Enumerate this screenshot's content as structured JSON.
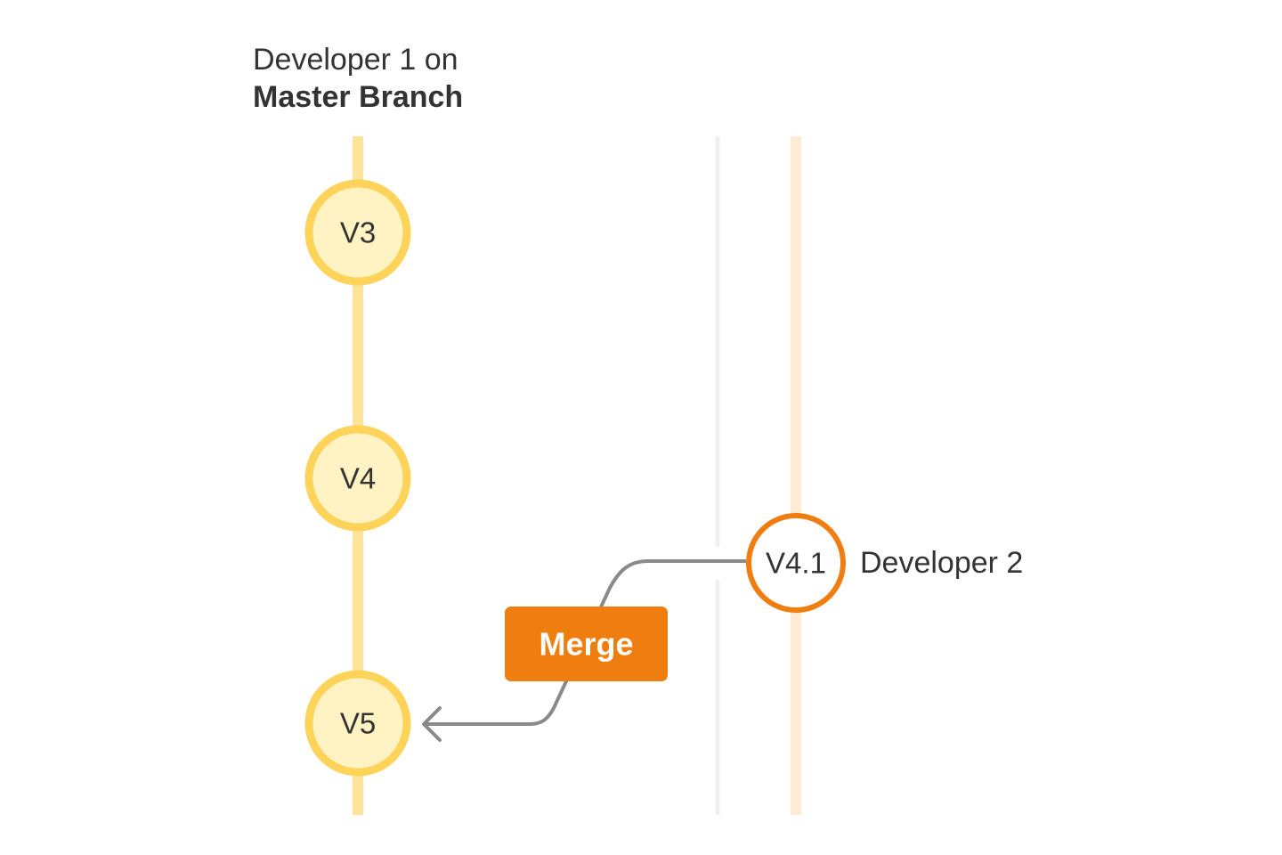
{
  "title": {
    "line1": "Developer 1 on",
    "line2": "Master Branch"
  },
  "master_nodes": [
    {
      "label": "V3"
    },
    {
      "label": "V4"
    },
    {
      "label": "V5"
    }
  ],
  "branch_node": {
    "label": "V4.1"
  },
  "branch_label": "Developer 2",
  "merge_label": "Merge",
  "colors": {
    "master_track": "#fde49a",
    "master_node_stroke": "#fdd35a",
    "master_node_fill": "#fff3c4",
    "branch_track": "#fdebd3",
    "separator_track": "#f0f0f0",
    "branch_node_stroke": "#f07d0f",
    "merge_box": "#f07d0f",
    "connector": "#8a8a8a",
    "text": "#333333"
  }
}
